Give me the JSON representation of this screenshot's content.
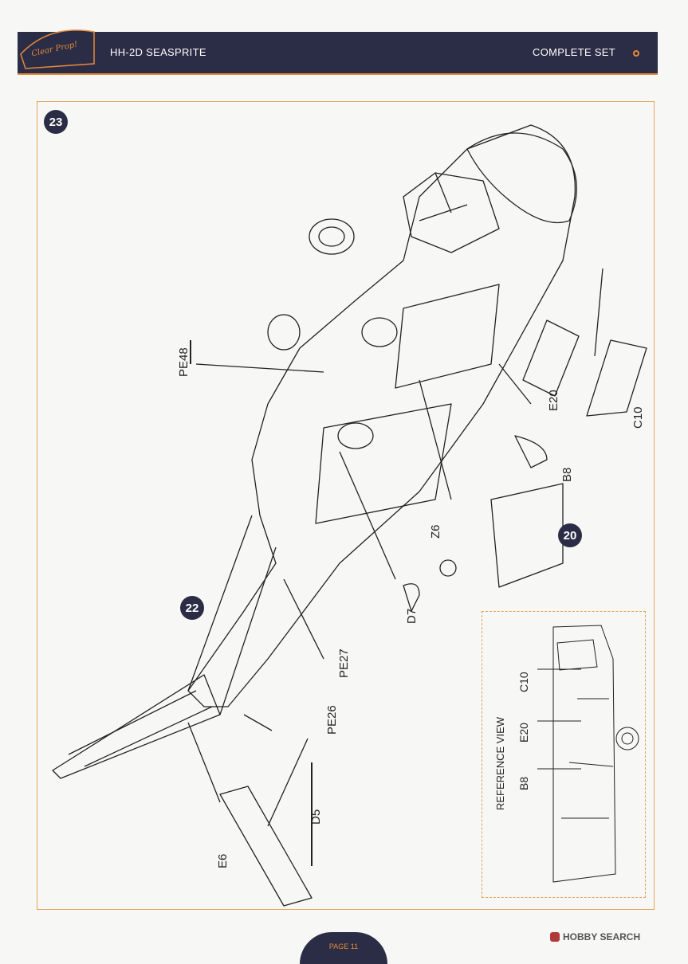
{
  "header": {
    "title": "HH-2D SEASPRITE",
    "set_label": "COMPLETE SET",
    "logo_text": "Clear Prop!"
  },
  "steps": {
    "main": "23",
    "tail": "22",
    "sub": "20"
  },
  "parts": {
    "pe48": "PE48",
    "e20": "E20",
    "c10": "C10",
    "b8": "B8",
    "z6": "Z6",
    "d7": "D7",
    "pe27": "PE27",
    "pe26": "PE26",
    "d5": "D5",
    "e6": "E6"
  },
  "reference": {
    "title": "REFERENCE VIEW",
    "c10": "C10",
    "e20": "E20",
    "b8": "B8"
  },
  "footer": {
    "page": "PAGE 11",
    "watermark": "HOBBY SEARCH"
  },
  "colors": {
    "navy": "#2a2d45",
    "orange": "#e8893a",
    "frame": "#e8a15a"
  }
}
